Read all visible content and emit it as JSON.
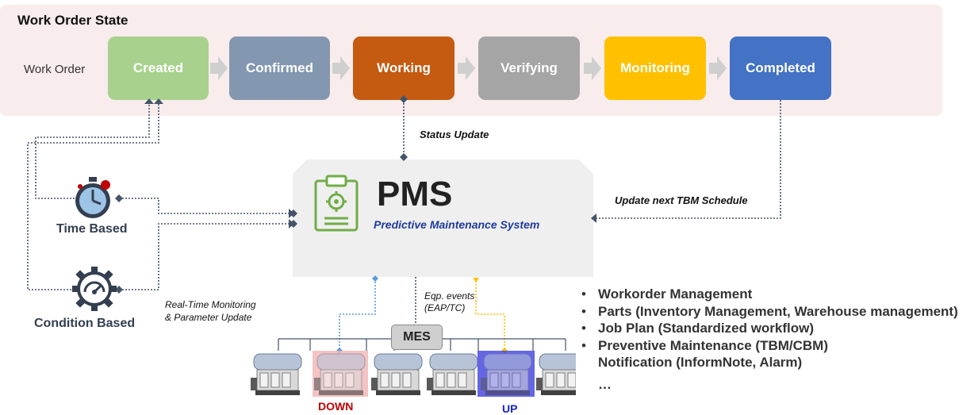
{
  "panel": {
    "title": "Work Order State",
    "row_label": "Work Order",
    "states": [
      {
        "label": "Created",
        "color": "#a9d18e"
      },
      {
        "label": "Confirmed",
        "color": "#8497b0"
      },
      {
        "label": "Working",
        "color": "#c55a11"
      },
      {
        "label": "Verifying",
        "color": "#a5a5a5"
      },
      {
        "label": "Monitoring",
        "color": "#ffc000"
      },
      {
        "label": "Completed",
        "color": "#4472c4"
      }
    ]
  },
  "pms": {
    "title": "PMS",
    "subtitle": "Predictive Maintenance System"
  },
  "annotations": {
    "status_update": "Status Update",
    "next_tbm": "Update next TBM Schedule",
    "eqp_events_line1": "Eqp. events",
    "eqp_events_line2": "(EAP/TC)",
    "realtime_line1": "Real-Time Monitoring",
    "realtime_line2": "& Parameter Update"
  },
  "triggers": {
    "time_based": "Time Based",
    "condition_based": "Condition Based"
  },
  "mes": {
    "label": "MES",
    "down_label": "DOWN",
    "up_label": "UP"
  },
  "features": [
    "Workorder Management",
    "Parts (Inventory Management, Warehouse management)",
    "Job Plan (Standardized workflow)",
    "Preventive Maintenance (TBM/CBM)",
    "Notification (InformNote, Alarm)",
    "…"
  ],
  "colors": {
    "dotted_line": "#44546a",
    "up_line": "#ffc000",
    "down_line": "#5b9bd5",
    "pms_icon": "#70ad47"
  }
}
